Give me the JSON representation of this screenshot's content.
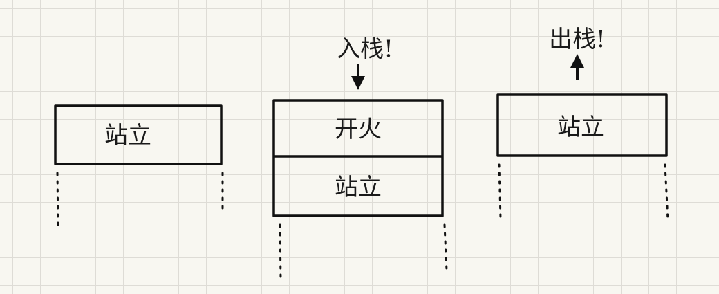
{
  "stacks": [
    {
      "frames": [
        "站立"
      ]
    },
    {
      "caption": "入栈!",
      "arrow": "down-arrow",
      "frames": [
        "开火",
        "站立"
      ]
    },
    {
      "caption": "出栈!",
      "arrow": "up-arrow",
      "frames": [
        "站立"
      ]
    }
  ]
}
